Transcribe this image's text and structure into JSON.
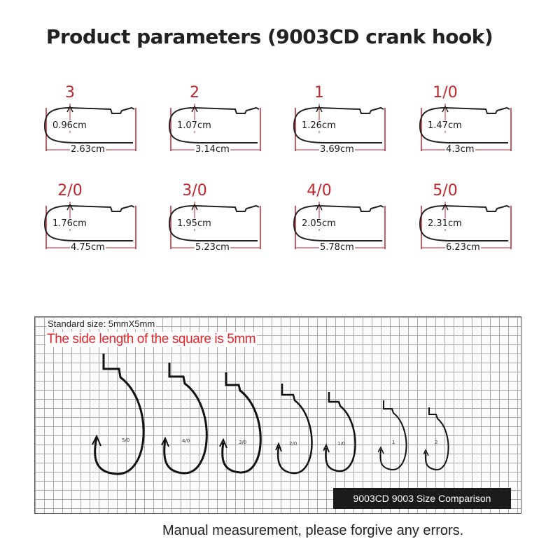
{
  "title": "Product parameters (9003CD crank hook)",
  "hooks": [
    {
      "size": "3",
      "gap": "0.96cm",
      "length": "2.63cm"
    },
    {
      "size": "2",
      "gap": "1.07cm",
      "length": "3.14cm"
    },
    {
      "size": "1",
      "gap": "1.26cm",
      "length": "3.69cm"
    },
    {
      "size": "1/0",
      "gap": "1.47cm",
      "length": "4.3cm"
    },
    {
      "size": "2/0",
      "gap": "1.76cm",
      "length": "4.75cm"
    },
    {
      "size": "3/0",
      "gap": "1.95cm",
      "length": "5.23cm"
    },
    {
      "size": "4/0",
      "gap": "2.05cm",
      "length": "5.78cm"
    },
    {
      "size": "5/0",
      "gap": "2.31cm",
      "length": "6.23cm"
    }
  ],
  "grid": {
    "standard_size": "Standard size: 5mmX5mm",
    "note": "The side length of the square is 5mm",
    "label": "9003CD 9003 Size Comparison",
    "photo_tags": [
      "5/0",
      "4/0",
      "3/0",
      "2/0",
      "1/0",
      "1",
      "2"
    ]
  },
  "footer": "Manual measurement, please forgive any errors.",
  "colors": {
    "size_label": "#c0272d",
    "note": "#e3242b",
    "label_bg": "#1a1a1a"
  }
}
